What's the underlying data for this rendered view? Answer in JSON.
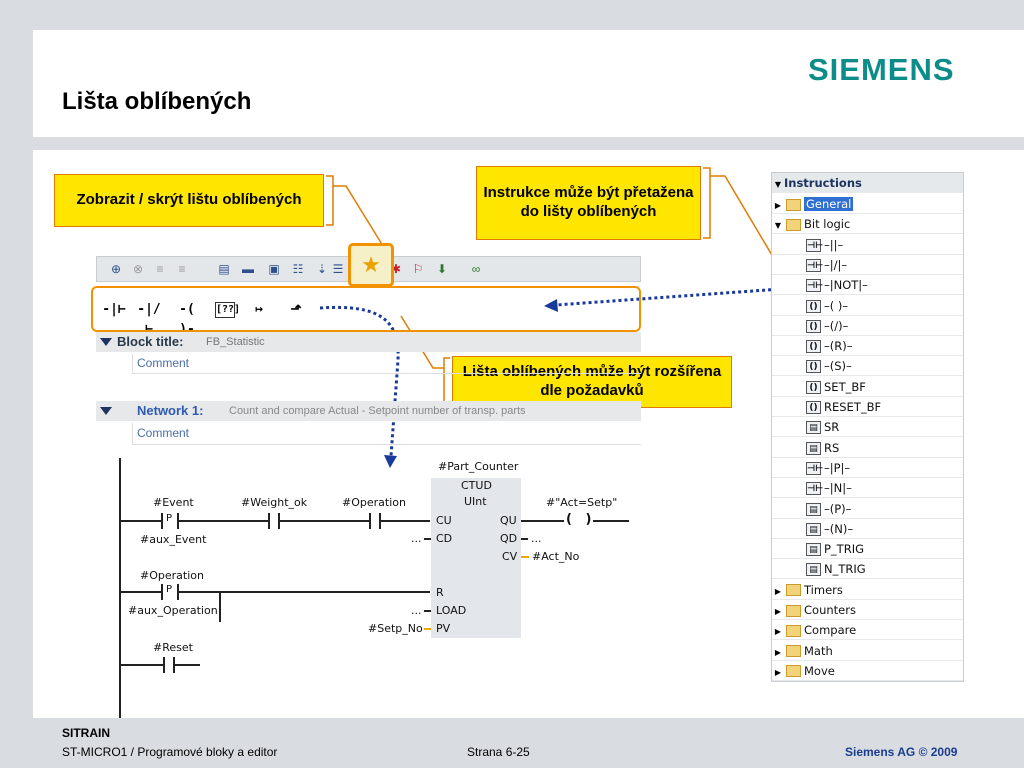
{
  "slide": {
    "title": "Lišta oblíbených",
    "logo": "SIEMENS",
    "footer": {
      "org": "SITRAIN",
      "course": "ST-MICRO1 / Programové bloky a editor",
      "page": "Strana 6-25",
      "company": "Siemens AG © 2009"
    }
  },
  "callouts": {
    "toggle": "Zobrazit / skrýt lištu oblíbených",
    "drag": "Instrukce může být přetažena do lišty oblíbených",
    "extend": "Lišta oblíbených může být rozšířena dle požadavků"
  },
  "favorites": {
    "items": [
      "-|⊢",
      "-|/⊢",
      "-( )-",
      "[??]",
      "↦",
      "⬏"
    ]
  },
  "editor": {
    "block_title_label": "Block title:",
    "block_title_value": "FB_Statistic",
    "block_comment": "Comment",
    "network_label": "Network 1:",
    "network_comment": "Count and compare Actual - Setpoint number of transp. parts",
    "network_comment_placeholder": "Comment"
  },
  "ladder": {
    "instance": "#Part_Counter",
    "block_type": "CTUD",
    "data_type": "UInt",
    "contacts": {
      "event": "#Event",
      "aux_event": "#aux_Event",
      "weight_ok": "#Weight_ok",
      "operation": "#Operation",
      "operation2": "#Operation",
      "aux_operation": "#aux_Operation",
      "reset": "#Reset",
      "coil": "#\"Act=Setp\"",
      "p_label": "P",
      "p_label2": "P"
    },
    "pins": {
      "cu": "CU",
      "cd": "CD",
      "r": "R",
      "load": "LOAD",
      "pv": "PV",
      "qu": "QU",
      "qd": "QD",
      "cv": "CV"
    },
    "values": {
      "cd": "...",
      "load": "...",
      "pv": "#Setp_No",
      "qd": "...",
      "cv": "#Act_No"
    }
  },
  "instructions": {
    "header": "Instructions",
    "rows": [
      {
        "label": "General",
        "kind": "folder",
        "expander": "▶",
        "indent": 0,
        "selected": true
      },
      {
        "label": "Bit logic",
        "kind": "folder",
        "expander": "▼",
        "indent": 0
      },
      {
        "label": "–||–",
        "kind": "item",
        "icon": "-||-",
        "indent": 1
      },
      {
        "label": "–|/|–",
        "kind": "item",
        "icon": "-|/-",
        "indent": 1
      },
      {
        "label": "–|NOT|–",
        "kind": "item",
        "icon": "NOT",
        "indent": 1
      },
      {
        "label": "–( )–",
        "kind": "item",
        "icon": "( )",
        "indent": 1
      },
      {
        "label": "–(/)–",
        "kind": "item",
        "icon": "(/)",
        "indent": 1
      },
      {
        "label": "–(R)–",
        "kind": "item",
        "icon": "(R)",
        "indent": 1
      },
      {
        "label": "–(S)–",
        "kind": "item",
        "icon": "(S)",
        "indent": 1
      },
      {
        "label": "SET_BF",
        "kind": "item",
        "icon": "( )",
        "indent": 1
      },
      {
        "label": "RESET_BF",
        "kind": "item",
        "icon": "( )",
        "indent": 1
      },
      {
        "label": "SR",
        "kind": "item",
        "icon": "box",
        "indent": 1
      },
      {
        "label": "RS",
        "kind": "item",
        "icon": "box",
        "indent": 1
      },
      {
        "label": "–|P|–",
        "kind": "item",
        "icon": "-||-",
        "indent": 1
      },
      {
        "label": "–|N|–",
        "kind": "item",
        "icon": "-||-",
        "indent": 1
      },
      {
        "label": "–(P)–",
        "kind": "item",
        "icon": "box",
        "indent": 1
      },
      {
        "label": "–(N)–",
        "kind": "item",
        "icon": "box",
        "indent": 1
      },
      {
        "label": "P_TRIG",
        "kind": "item",
        "icon": "box",
        "indent": 1
      },
      {
        "label": "N_TRIG",
        "kind": "item",
        "icon": "box",
        "indent": 1
      },
      {
        "label": "Timers",
        "kind": "folder",
        "expander": "▶",
        "indent": 0
      },
      {
        "label": "Counters",
        "kind": "folder",
        "expander": "▶",
        "indent": 0
      },
      {
        "label": "Compare",
        "kind": "folder",
        "expander": "▶",
        "indent": 0
      },
      {
        "label": "Math",
        "kind": "folder",
        "expander": "▶",
        "indent": 0
      },
      {
        "label": "Move",
        "kind": "folder",
        "expander": "▶",
        "indent": 0
      }
    ]
  },
  "colors": {
    "callout_fill": "#ffe600",
    "callout_border": "#e07b00",
    "siemens_teal": "#0d8c8a",
    "dotted_arrow": "#1a3a9a"
  }
}
